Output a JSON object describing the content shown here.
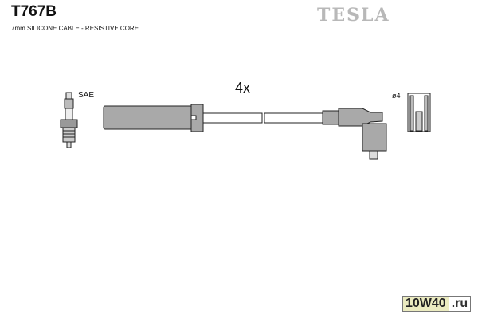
{
  "header": {
    "title": "T767B",
    "subtitle": "7mm SILICONE CABLE - RESISTIVE CORE",
    "brand": "TESLA"
  },
  "diagram": {
    "quantity": "4x",
    "plug_label": "SAE",
    "terminal_label": "ø4"
  },
  "watermark": {
    "part1": "10W40",
    "part2": ".ru"
  }
}
